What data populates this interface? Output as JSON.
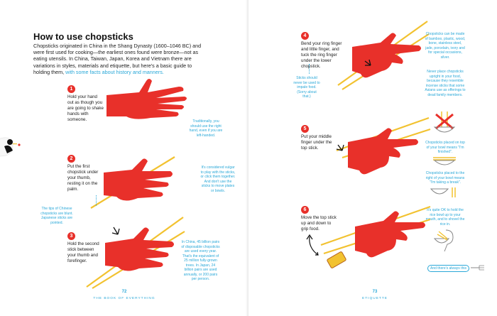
{
  "title": "How to use chopsticks",
  "intro": {
    "text": "Chopsticks originated in China in the Shang Dynasty (1600–1046 BC) and were first used for cooking—the earliest ones found were bronze—not as eating utensils. In China, Taiwan, Japan, Korea and Vietnam there are variations in styles, materials and etiquette, but here's a basic guide to holding them,",
    "link": "with some facts about history and manners."
  },
  "steps": [
    {
      "num": "1",
      "text": "Hold your hand out as though you are going to shake hands with someone."
    },
    {
      "num": "2",
      "text": "Put the first chopstick under your thumb, resting it on the palm."
    },
    {
      "num": "3",
      "text": "Hold the second stick between your thumb and forefinger."
    },
    {
      "num": "4",
      "text": "Bend your ring finger and little finger, and tuck the ring finger under the lower chopstick."
    },
    {
      "num": "5",
      "text": "Put your middle finger under the top stick."
    },
    {
      "num": "6",
      "text": "Move the top stick up and down to grip food."
    }
  ],
  "notes": {
    "left_hand": "Traditionally, you should use the right hand, even if you are left-handed.",
    "vulgar": "It's considered vulgar to play with the sticks, or click them together. And don't use the sticks to move plates or bowls.",
    "tips": "The tips of Chinese chopsticks are blunt. Japanese sticks are pointed.",
    "pairs": "In China, 45 billion pairs of disposable chopsticks are used every year. That's the equivalent of 25 million fully-grown trees. In Japan, 24 billion pairs are used annually, or 200 pairs per person.",
    "impale": "Sticks should never be used to impale food. (Sorry about that.)",
    "materials": "Chopsticks can be made of bamboo, plastic, wood, bone, stainless steel, jade, porcelain, ivory and for special occasions, silver.",
    "upright": "Never place chopsticks upright in your food, because they resemble incense sticks that some Asians use as offerings to dead family members.",
    "finished": "Chopsticks placed on top of your bowl means \"I'm finished\".",
    "break": "Chopsticks placed to the right of your bowl means \"I'm taking a break\".",
    "lift_bowl": "It's quite OK to hold the rice bowl up to your mouth, and to shovel the rice in.",
    "always": "And there's always this"
  },
  "footer": {
    "left_num": "72",
    "left_label": "THE BOOK OF EVERYTHING",
    "right_num": "73",
    "right_label": "ETIQUETTE"
  },
  "colors": {
    "hand": "#e8302a",
    "stick": "#f2c230",
    "accent": "#2aa8d8"
  }
}
